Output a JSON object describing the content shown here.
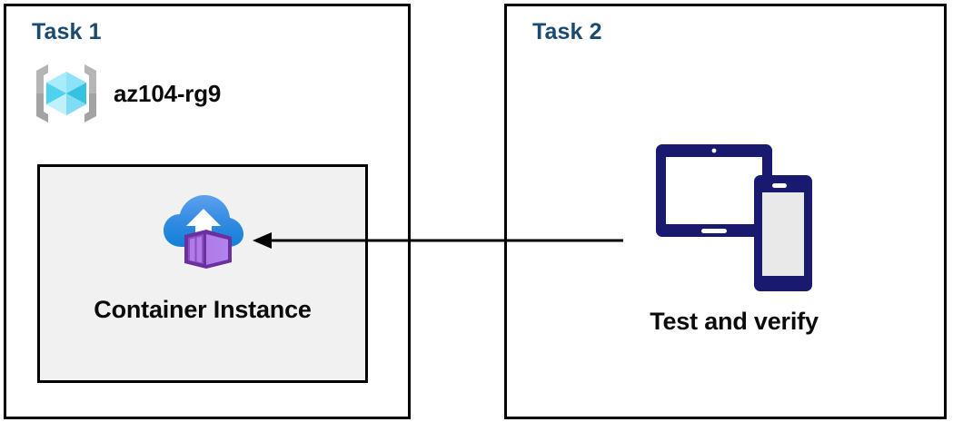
{
  "diagram": {
    "title": "Azure Container Instance deployment tasks",
    "background_color": "#ffffff",
    "border_color": "#000000",
    "heading_color": "#1b4a70",
    "resource_box_fill": "#f1f1f1",
    "device_icon_color": "#191970",
    "arrow_color": "#000000",
    "arrow_direction": "right-to-left"
  },
  "task1": {
    "heading": "Task 1",
    "resource_group": {
      "icon": "azure-resource-group-icon",
      "label": "az104-rg9"
    },
    "resource": {
      "icon": "azure-container-instance-icon",
      "caption": "Container Instance"
    }
  },
  "task2": {
    "heading": "Task 2",
    "devices": {
      "icon": "devices-tablet-phone-icon",
      "caption": "Test and verify"
    }
  },
  "connector": {
    "name": "flow-arrow",
    "from": "Test and verify",
    "to": "Container Instance"
  }
}
